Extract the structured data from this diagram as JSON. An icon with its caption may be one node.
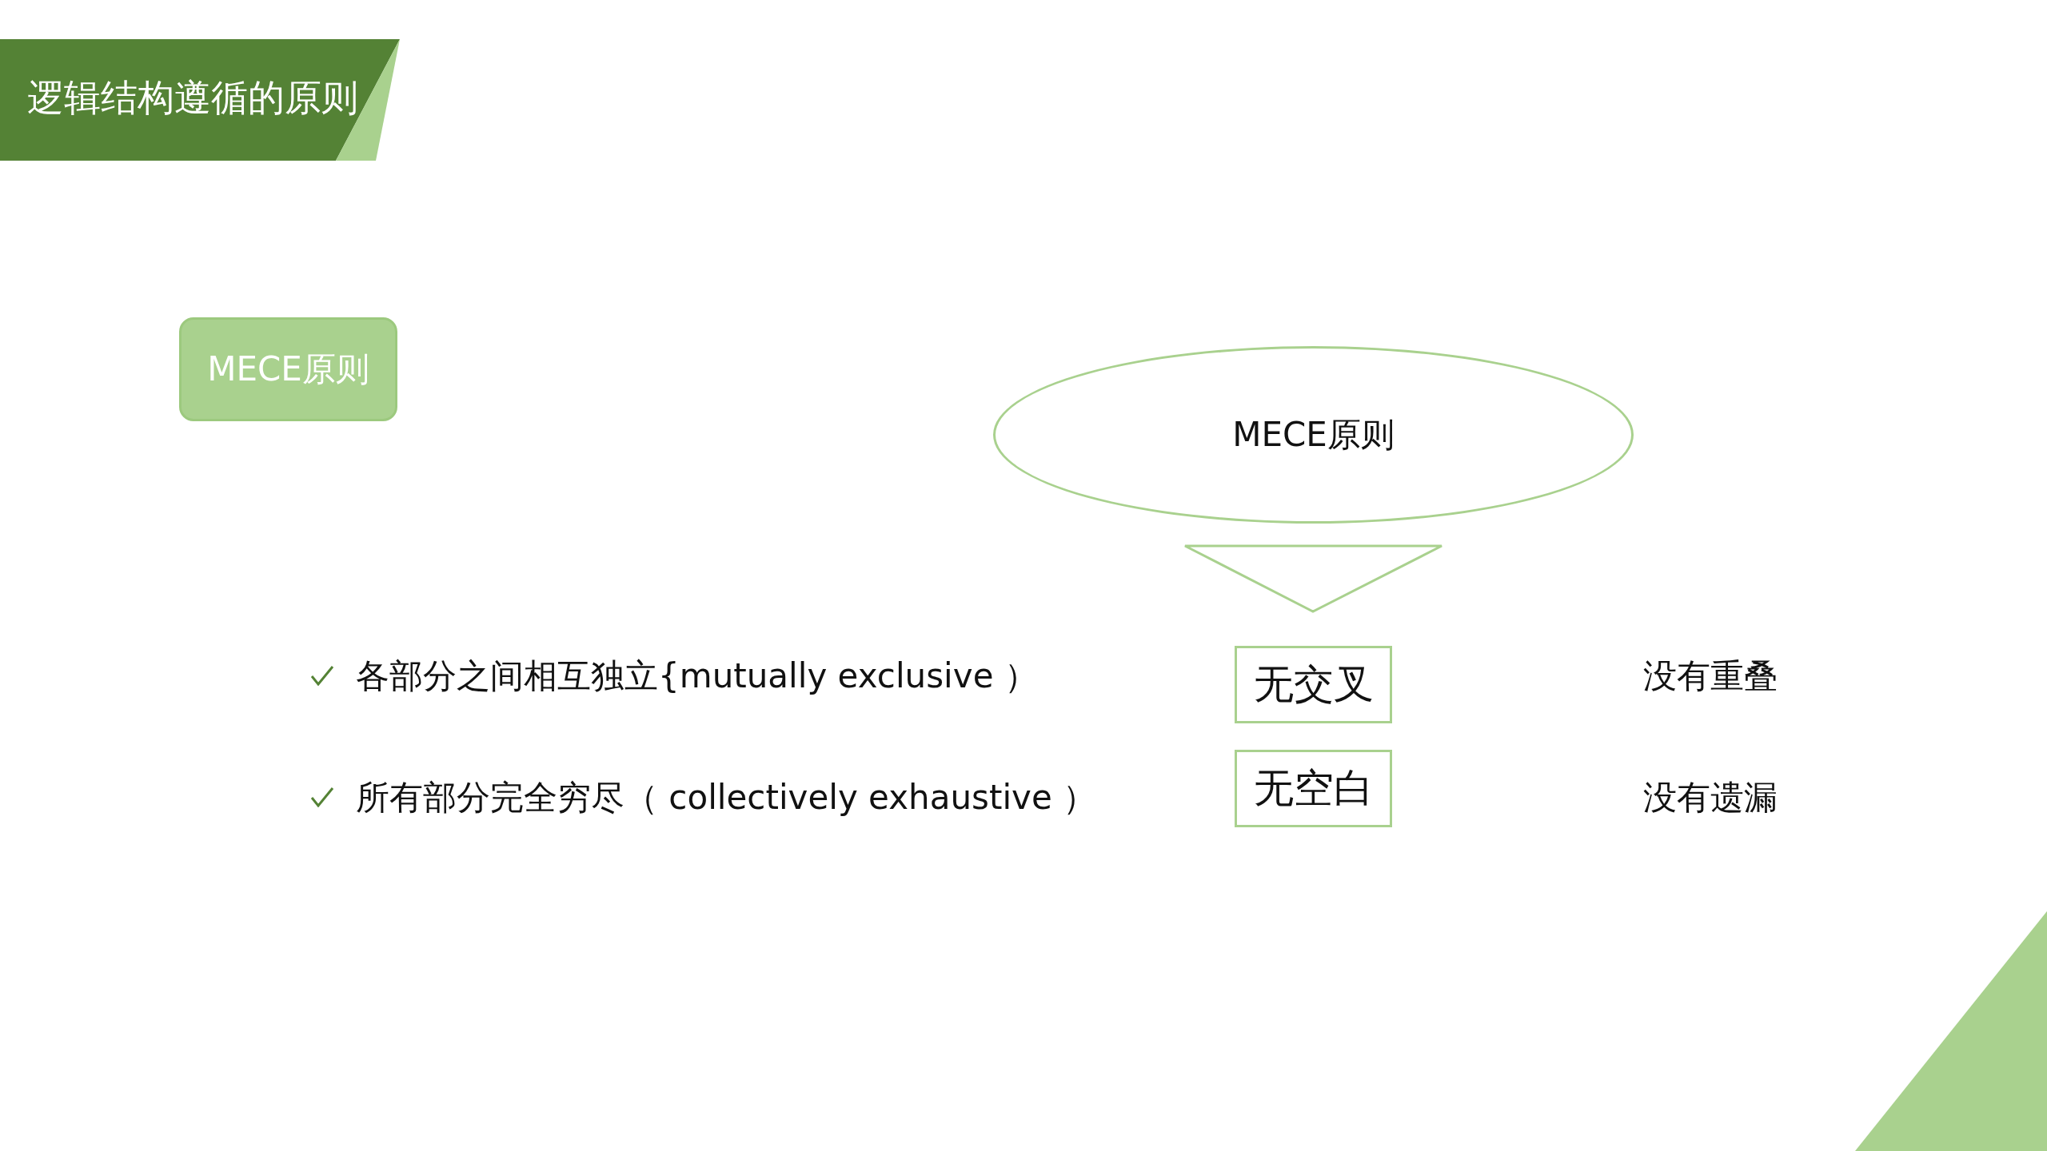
{
  "diagram": {
    "title": "逻辑结构遵循的原则",
    "nodes": [
      {
        "text": [
          "MECE原则"
        ]
      },
      {
        "text": [
          "MECE原则"
        ]
      },
      {
        "text": [
          "无交叉"
        ]
      },
      {
        "text": [
          "无空白"
        ]
      }
    ],
    "labels": [
      "各部分之间相互独立{mutually exclusive ）",
      "没有重叠",
      "所有部分完全穷尽（ collectively exhaustive ）",
      "没有遗漏"
    ]
  }
}
